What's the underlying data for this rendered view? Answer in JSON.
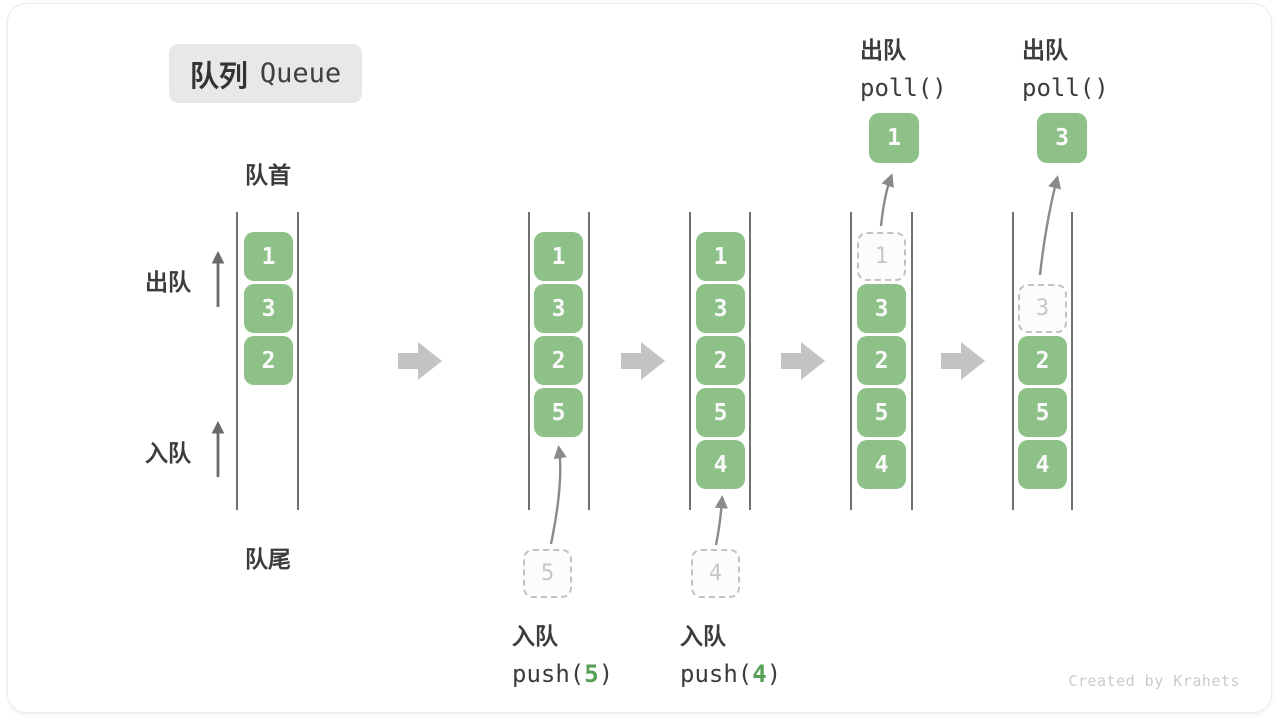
{
  "diagram": {
    "title": {
      "zh": "队列",
      "en": "Queue"
    },
    "labels": {
      "front": "队首",
      "rear": "队尾",
      "dequeue": "出队",
      "enqueue": "入队"
    },
    "watermark": "Created by Krahets",
    "colors": {
      "cell_green": "#8dc187",
      "arg_green": "#55a055",
      "chip_bg": "#e8e8e8",
      "text_dark": "#3c3c3c",
      "dashed_border": "#c2c2c2",
      "dashed_text": "#c6c6c6",
      "block_arrow": "#c3c3c3",
      "line": "#4c4c4c",
      "thin_arrow": "#6b6b6b",
      "curve_arrow": "#8a8a8a",
      "watermark_text": "#cbcbcb"
    },
    "operations": {
      "push5": {
        "label": "入队",
        "code_prefix": "push(",
        "arg": "5",
        "code_suffix": ")"
      },
      "push4": {
        "label": "入队",
        "code_prefix": "push(",
        "arg": "4",
        "code_suffix": ")"
      },
      "poll1": {
        "label": "出队",
        "code": "poll()",
        "out_value": "1"
      },
      "poll2": {
        "label": "出队",
        "code": "poll()",
        "out_value": "3"
      }
    },
    "states": [
      {
        "cells": [
          {
            "value": "1"
          },
          {
            "value": "3"
          },
          {
            "value": "2"
          }
        ]
      },
      {
        "cells": [
          {
            "value": "1"
          },
          {
            "value": "3"
          },
          {
            "value": "2"
          },
          {
            "value": "5"
          }
        ]
      },
      {
        "cells": [
          {
            "value": "1"
          },
          {
            "value": "3"
          },
          {
            "value": "2"
          },
          {
            "value": "5"
          },
          {
            "value": "4"
          }
        ]
      },
      {
        "cells": [
          {
            "value": "1"
          },
          {
            "value": "3"
          },
          {
            "value": "2"
          },
          {
            "value": "5"
          },
          {
            "value": "4"
          }
        ]
      },
      {
        "cells": [
          {
            "value": "3"
          },
          {
            "value": "2"
          },
          {
            "value": "5"
          },
          {
            "value": "4"
          }
        ]
      }
    ]
  }
}
